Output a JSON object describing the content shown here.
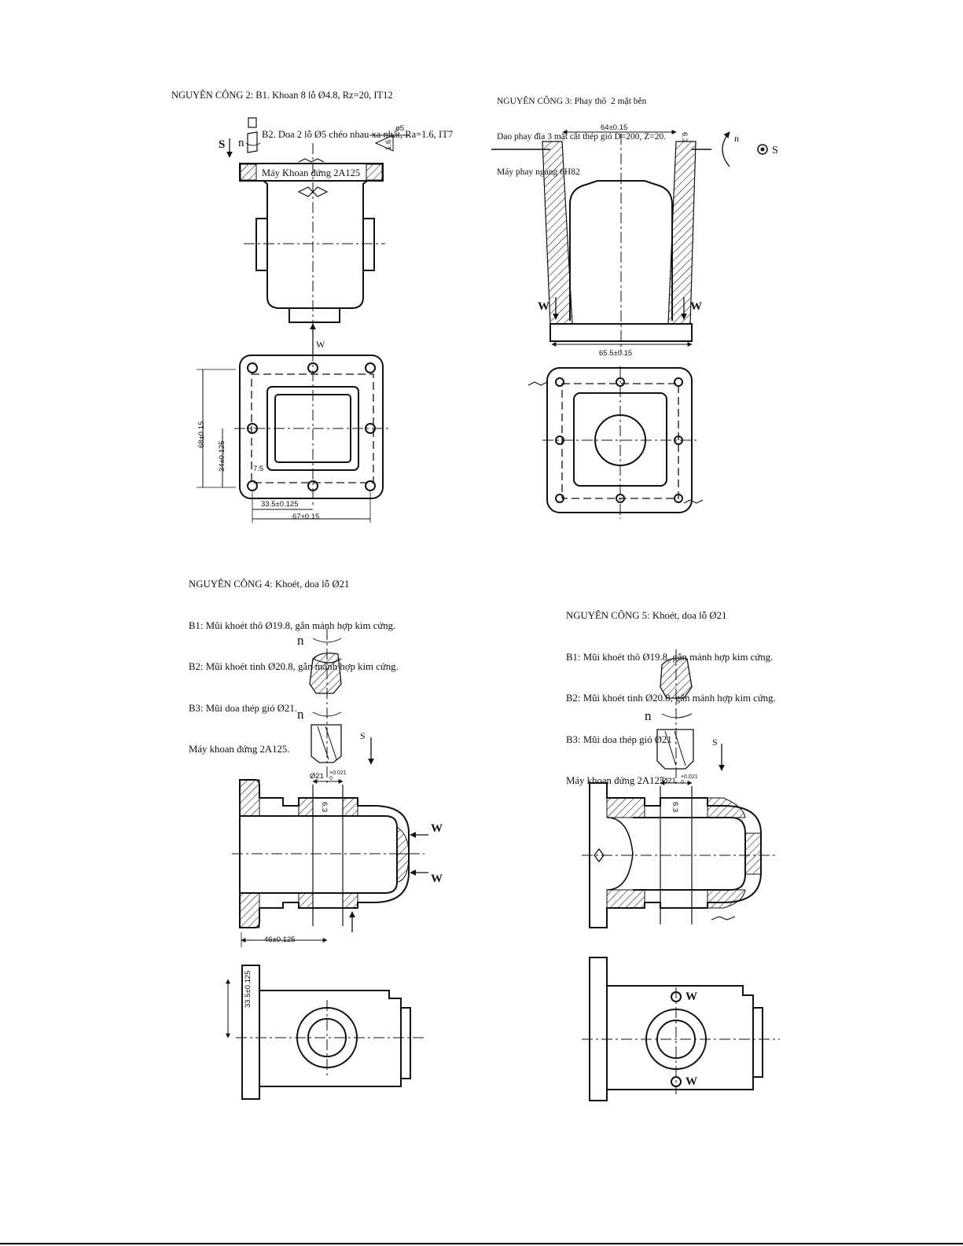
{
  "op2": {
    "line1": "NGUYÊN CÔNG 2: B1. Khoan 8 lỗ Ø4.8, Rz=20, IT12",
    "line2": "B2. Doa 2 lỗ Ø5 chéo nhau xa nhất, Ra=1.6, IT7",
    "line3": "Máy Khoan đứng 2A125",
    "dims": {
      "d5": "ø5",
      "ra": "1.6",
      "h68": "68±0.15",
      "h34": "34±0.125",
      "d7_5": "7.5",
      "w33_5": "33.5±0.125",
      "w67": "67±0.15"
    },
    "symbols": {
      "s": "S",
      "n": "n",
      "w": "W"
    }
  },
  "op3": {
    "line1": "NGUYÊN CÔNG 3: Phay thô  2 mặt bên",
    "line2": "Dao phay đĩa 3 mặt cắt thép gió D=200, Z=20.",
    "line3": "Máy phay ngang 6H82",
    "dims": {
      "top": "64±0.15",
      "bottom": "65.5±0.15",
      "rz": "6.3"
    },
    "symbols": {
      "n": "n",
      "s": "S",
      "w_left": "W",
      "w_right": "W"
    }
  },
  "op4": {
    "line1": "NGUYÊN CÔNG 4: Khoét, doa lỗ Ø21",
    "line2": "B1: Mũi khoét thô Ø19.8, gắn mảnh hợp kim cứng.",
    "line3": "B2: Mũi khoét tinh Ø20.8, gắn mảnh hợp kim cứng.",
    "line4": "B3: Mũi doa thép gió Ø21.",
    "line5": "Máy khoan đứng 2A125.",
    "dims": {
      "bore": "Ø21",
      "tol": "+0.021",
      "tol0": "0",
      "rz": "6.3",
      "len": "46±0.125",
      "h": "33.5±0.125"
    },
    "symbols": {
      "n1": "n",
      "n2": "n",
      "s": "S",
      "w1": "W",
      "w2": "W"
    }
  },
  "op5": {
    "line1": "NGUYÊN CÔNG 5: Khoét, doa lỗ Ø21",
    "line2": "B1: Mũi khoét thô Ø19.8, gắn mảnh hợp kim cứng.",
    "line3": "B2: Mũi khoét tinh Ø20.8, gắn mảnh hợp kim cứng.",
    "line4": "B3: Mũi doa thép gió Ø21 .",
    "line5": "Máy khoan đứng 2A125.",
    "dims": {
      "bore": "Ø21",
      "tol": "+0.021",
      "tol0": "0",
      "rz": "6.3"
    },
    "symbols": {
      "n1": "n",
      "n2": "n",
      "s": "S",
      "w1": "W",
      "w2": "W"
    }
  }
}
